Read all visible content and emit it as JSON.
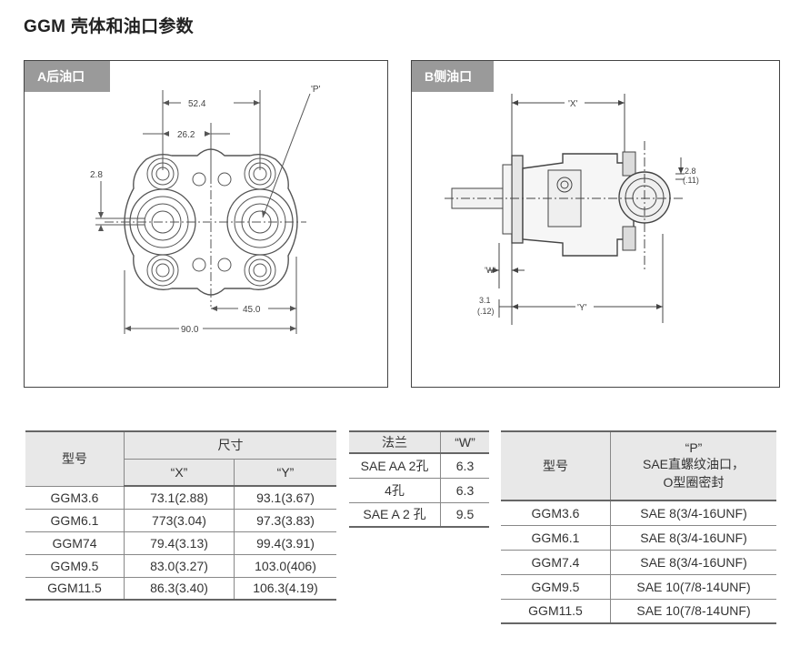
{
  "title": "GGM 壳体和油口参数",
  "panel_a": {
    "tag": "A后油口",
    "dims": {
      "d524": "52.4",
      "d262": "26.2",
      "p": "'P'",
      "d28": "2.8",
      "d450": "45.0",
      "d900": "90.0"
    }
  },
  "panel_b": {
    "tag": "B侧油口",
    "dims": {
      "x": "'X'",
      "d28": "2.8",
      "d011": "(.11)",
      "w": "'W'",
      "d31": "3.1",
      "d012": "(.12)",
      "y": "'Y'"
    }
  },
  "table_dims": {
    "col_model": "型号",
    "col_size": "尺寸",
    "col_x": "“X”",
    "col_y": "“Y”",
    "rows": [
      {
        "model": "GGM3.6",
        "x": "73.1(2.88)",
        "y": "93.1(3.67)"
      },
      {
        "model": "GGM6.1",
        "x": "773(3.04)",
        "y": "97.3(3.83)"
      },
      {
        "model": "GGM74",
        "x": "79.4(3.13)",
        "y": "99.4(3.91)"
      },
      {
        "model": "GGM9.5",
        "x": "83.0(3.27)",
        "y": "103.0(406)"
      },
      {
        "model": "GGM11.5",
        "x": "86.3(3.40)",
        "y": "106.3(4.19)"
      }
    ]
  },
  "table_flange": {
    "col_flange": "法兰",
    "col_w": "“W”",
    "rows": [
      {
        "flange": "SAE AA 2孔",
        "w": "6.3"
      },
      {
        "flange": "4孔",
        "w": "6.3"
      },
      {
        "flange": "SAE A 2 孔",
        "w": "9.5"
      }
    ]
  },
  "table_port": {
    "col_model": "型号",
    "col_p1": "“P”",
    "col_p2": "SAE直螺纹油口，",
    "col_p3": "O型圈密封",
    "rows": [
      {
        "model": "GGM3.6",
        "p": "SAE 8(3/4-16UNF)"
      },
      {
        "model": "GGM6.1",
        "p": "SAE 8(3/4-16UNF)"
      },
      {
        "model": "GGM7.4",
        "p": "SAE 8(3/4-16UNF)"
      },
      {
        "model": "GGM9.5",
        "p": "SAE 10(7/8-14UNF)"
      },
      {
        "model": "GGM11.5",
        "p": "SAE 10(7/8-14UNF)"
      }
    ]
  }
}
